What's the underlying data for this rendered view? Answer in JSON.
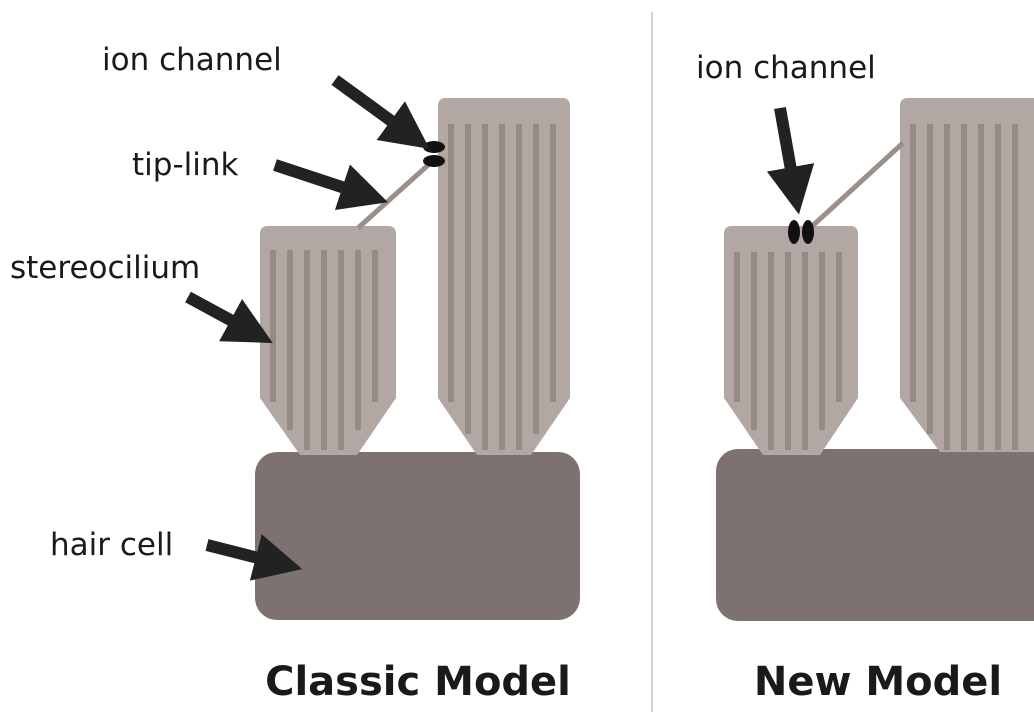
{
  "classic": {
    "title": "Classic Model",
    "labels": {
      "ion_channel": "ion channel",
      "tip_link": "tip-link",
      "stereocilium": "stereocilium",
      "hair_cell": "hair cell"
    }
  },
  "new_model": {
    "title": "New Model",
    "labels": {
      "ion_channel": "ion channel"
    }
  },
  "colors": {
    "cilium_fill": "#b3a7a3",
    "cilium_stripe": "#968a86",
    "hair_cell": "#7e7270",
    "tip_link": "#9c8f8b",
    "arrow": "#222222",
    "channel": "#111111",
    "divider": "#d0d0d0"
  }
}
